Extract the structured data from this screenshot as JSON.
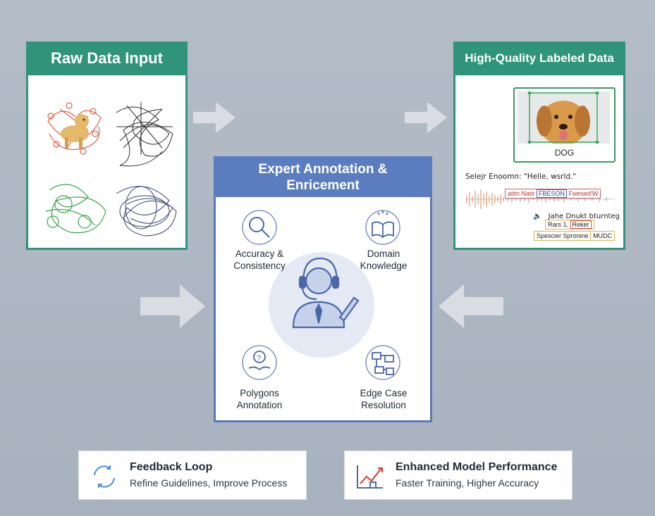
{
  "raw_panel": {
    "title": "Raw Data Input"
  },
  "hq_panel": {
    "title": "High-Quality Labeled Data",
    "image_label": "DOG",
    "speech_line": "Selejr Enoomn: \"Helle, wsrld.\"",
    "tag1_a": "atitn Natir",
    "tag1_b": "FBESON",
    "tag1_c": "Fwesed'W",
    "side_line": "Jahe Dnukt bturnteg",
    "tag2_a": "Rars 1.",
    "tag2_b": "Reker",
    "tag3_a": "Spescier Spronine",
    "tag3_b": "MUDC"
  },
  "expert_panel": {
    "title_line1": "Expert Annotation &",
    "title_line2": "Enricement",
    "q1": [
      "Accuracy &",
      "Consistency"
    ],
    "q2": [
      "Domain",
      "Knowledge"
    ],
    "q3": [
      "Polygons",
      "Annotation"
    ],
    "q4": [
      "Edge Case",
      "Resolution"
    ]
  },
  "cards": {
    "feedback": {
      "title": "Feedback Loop",
      "subtitle": "Refine Guidelines, Improve Process"
    },
    "performance": {
      "title": "Enhanced Model Performance",
      "subtitle": "Faster Training, Higher Accuracy"
    }
  },
  "colors": {
    "green": "#2f9479",
    "blue": "#5b7dc0",
    "arrow": "#d9dde3"
  }
}
